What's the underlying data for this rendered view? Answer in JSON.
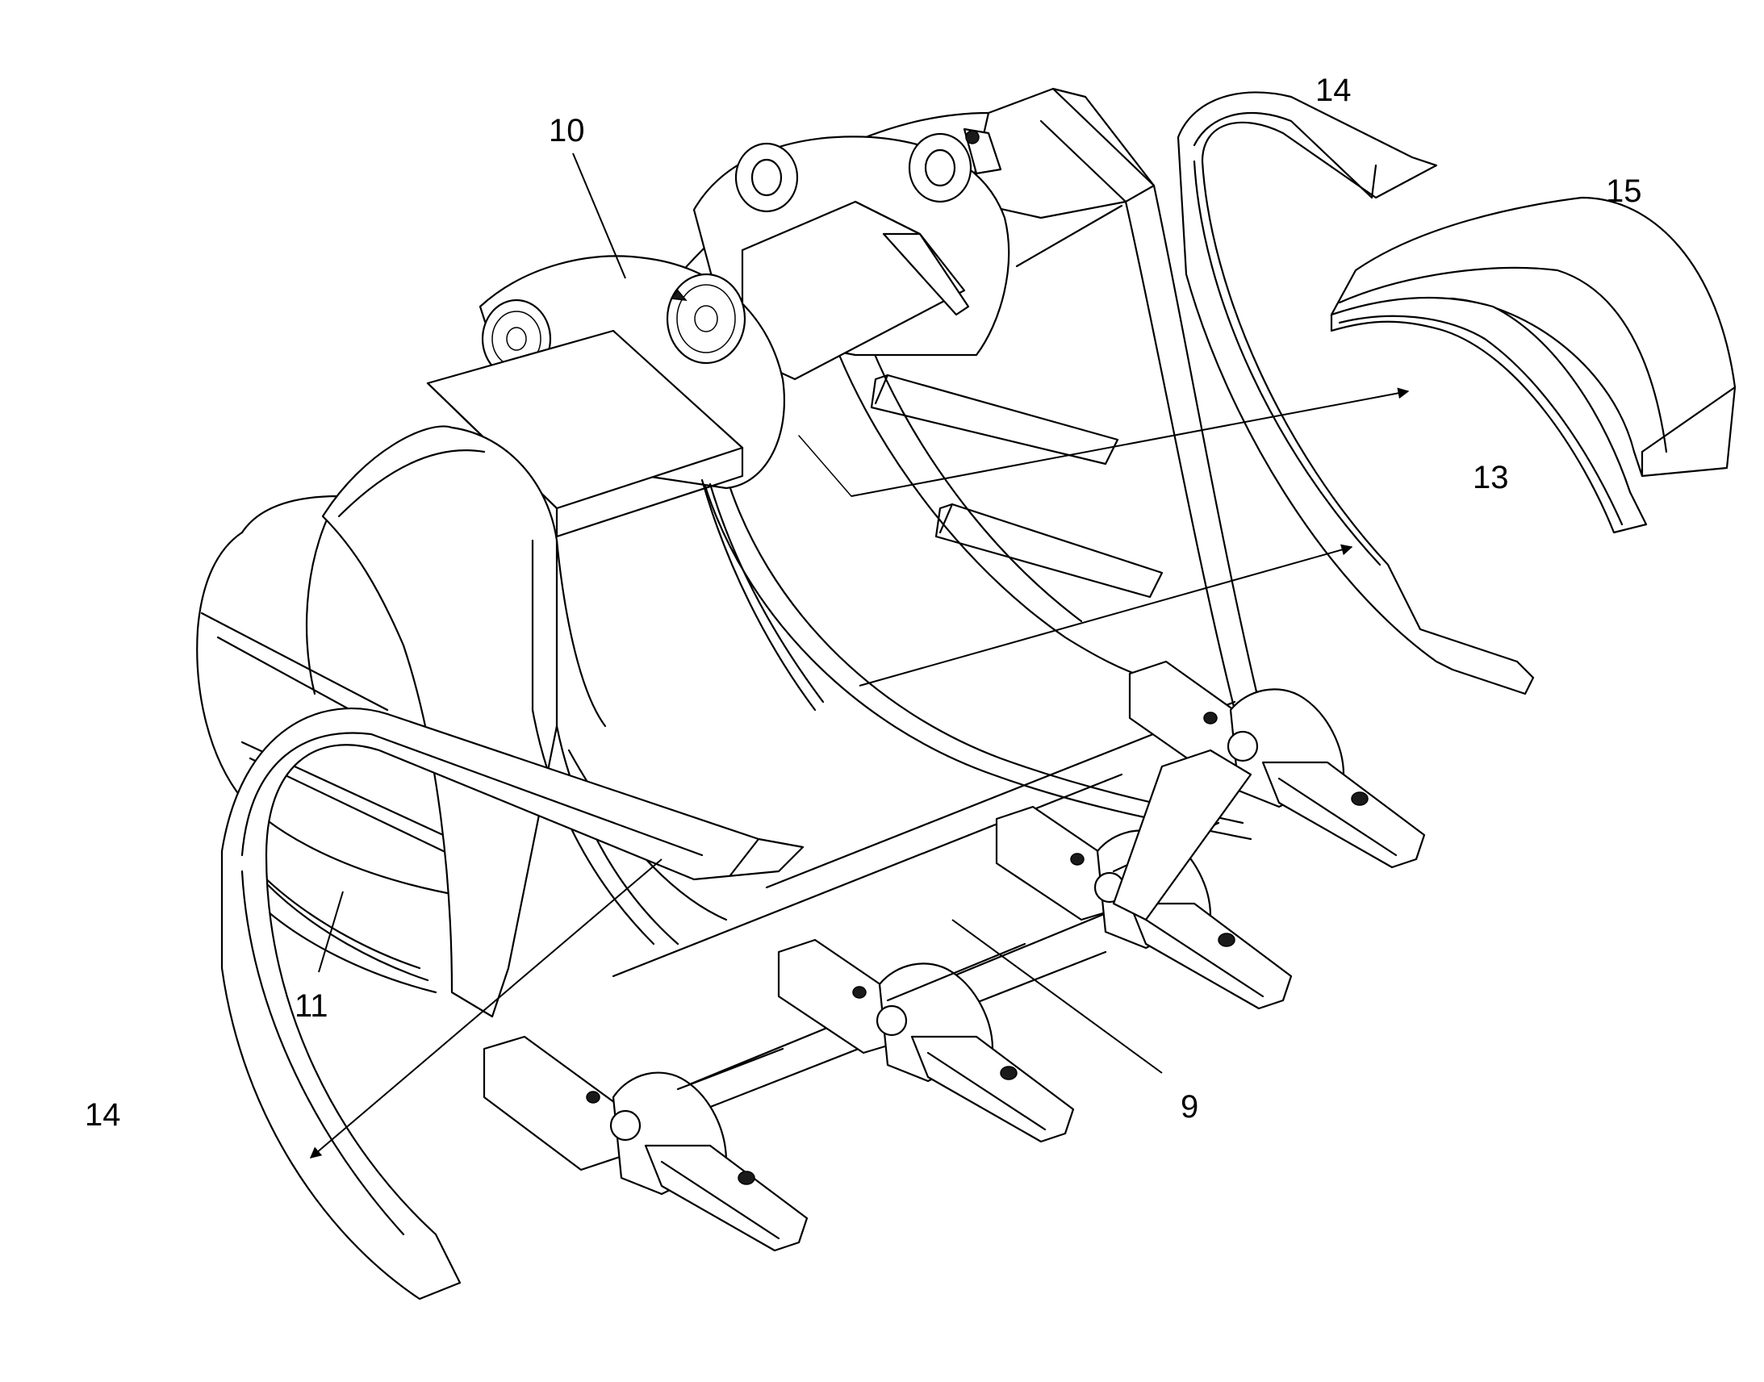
{
  "reference_numerals": [
    {
      "id": "ref-10",
      "text": "10"
    },
    {
      "id": "ref-14-top",
      "text": "14"
    },
    {
      "id": "ref-15",
      "text": "15"
    },
    {
      "id": "ref-13",
      "text": "13"
    },
    {
      "id": "ref-11",
      "text": "11"
    },
    {
      "id": "ref-14-left",
      "text": "14"
    },
    {
      "id": "ref-9",
      "text": "9"
    }
  ],
  "colors": {
    "line": "#000000",
    "background": "#ffffff"
  }
}
